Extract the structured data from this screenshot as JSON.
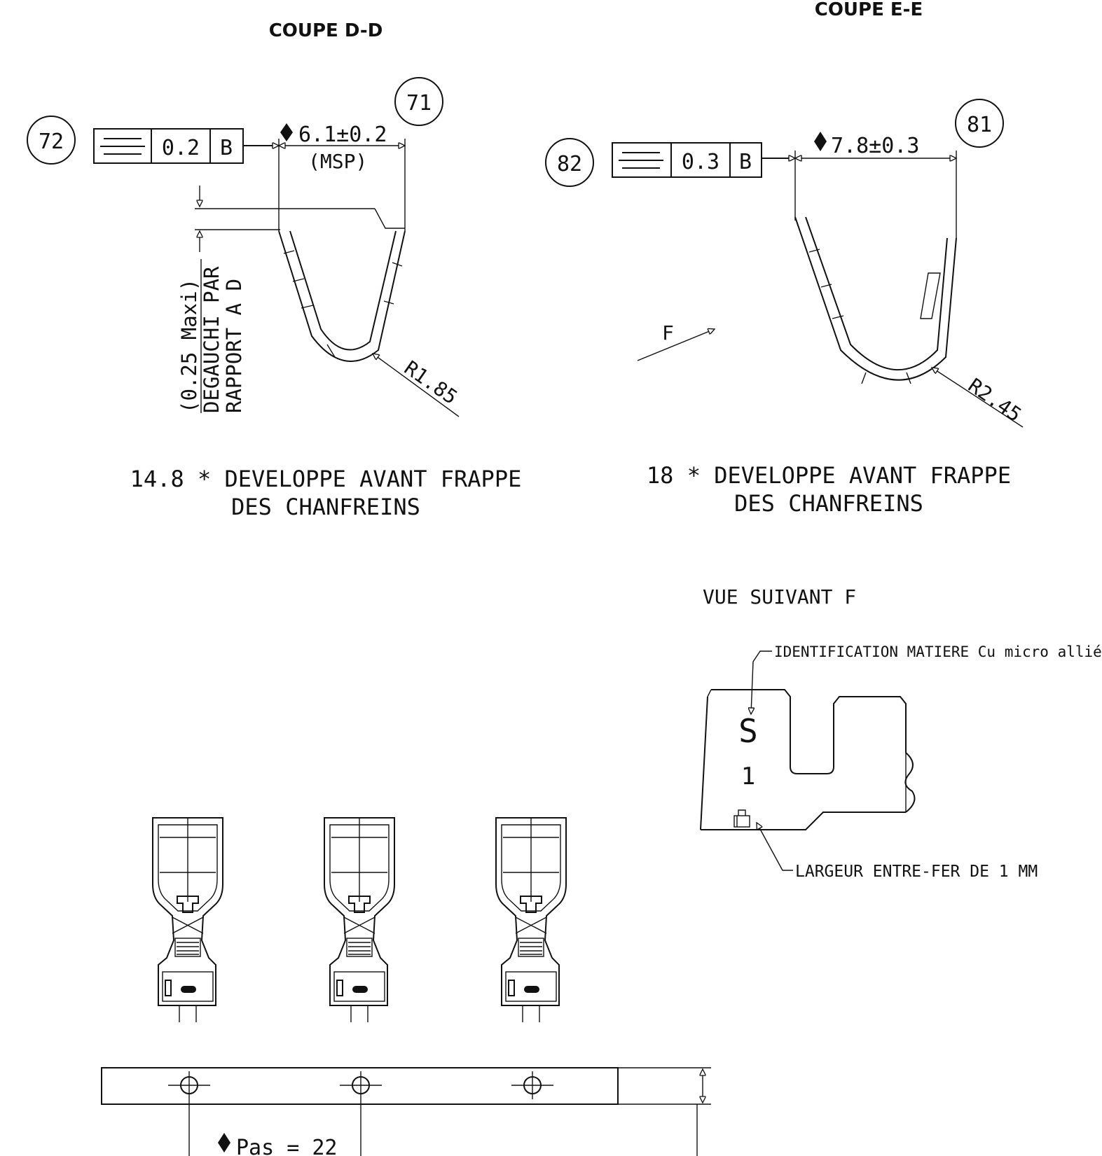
{
  "sections": {
    "dd": {
      "title": "COUPE D-D",
      "balloon_left": "72",
      "balloon_right": "71",
      "tolerance": "0.2",
      "datum": "B",
      "dimension": "6.1±0.2",
      "dimension_note": "(MSP)",
      "warp_note": [
        "(0.25 Maxi)",
        "DEGAUCHI PAR",
        "RAPPORT A D"
      ],
      "radius": "R1.85",
      "caption": [
        "14.8 * DEVELOPPE AVANT FRAPPE",
        "DES CHANFREINS"
      ]
    },
    "ee": {
      "title": "COUPE E-E",
      "balloon_left": "82",
      "balloon_right": "81",
      "tolerance": "0.3",
      "datum": "B",
      "dimension": "7.8±0.3",
      "radius": "R2.45",
      "view_arrow": "F",
      "caption": [
        "18 * DEVELOPPE AVANT FRAPPE",
        "DES CHANFREINS"
      ]
    }
  },
  "view_f": {
    "title": "VUE SUIVANT F",
    "note_top": "IDENTIFICATION MATIERE Cu micro allié",
    "note_bottom": "LARGEUR ENTRE-FER DE 1 MM",
    "marking_letter": "S",
    "marking_digit": "1"
  },
  "strip": {
    "pitch_label": "Pas = 22"
  }
}
